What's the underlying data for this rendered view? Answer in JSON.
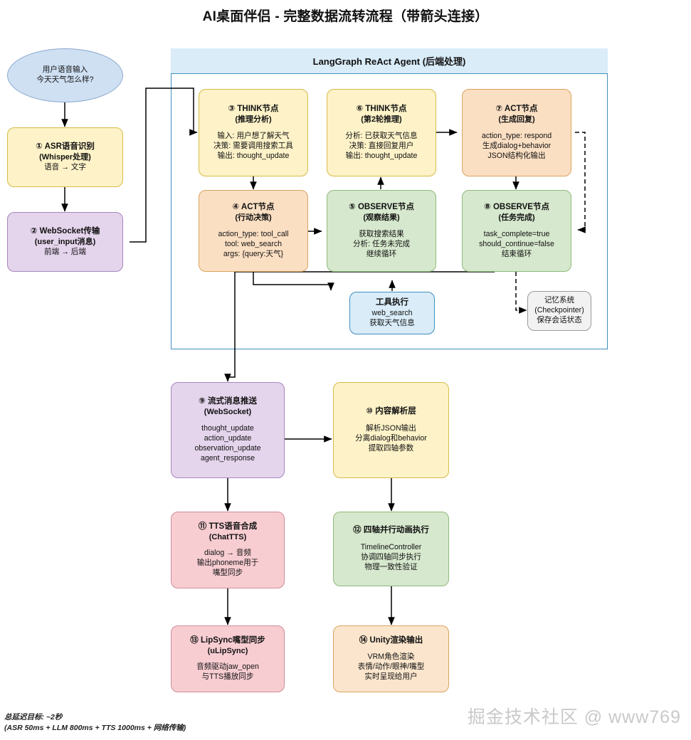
{
  "title": "AI桌面伴侣 - 完整数据流转流程（带箭头连接）",
  "agent": {
    "header": "LangGraph ReAct Agent (后端处理)"
  },
  "nodes": {
    "input": {
      "line1": "用户语音输入",
      "line2": "今天天气怎么样?"
    },
    "asr": {
      "head": "① ASR语音识别",
      "sub": "(Whisper处理)",
      "b1": "语音 → 文字"
    },
    "websocket": {
      "head": "② WebSocket传输",
      "sub": "(user_input消息)",
      "b1": "前端 → 后端"
    },
    "think1": {
      "head": "③ THINK节点",
      "sub": "(推理分析)",
      "b1": "输入: 用户想了解天气",
      "b2": "决策: 需要调用搜索工具",
      "b3": "输出: thought_update"
    },
    "think2": {
      "head": "⑥ THINK节点",
      "sub": "(第2轮推理)",
      "b1": "分析: 已获取天气信息",
      "b2": "决策: 直接回复用户",
      "b3": "输出: thought_update"
    },
    "act2": {
      "head": "⑦ ACT节点",
      "sub": "(生成回复)",
      "b1": "action_type: respond",
      "b2": "生成dialog+behavior",
      "b3": "JSON结构化输出"
    },
    "act1": {
      "head": "④ ACT节点",
      "sub": "(行动决策)",
      "b1": "action_type: tool_call",
      "b2": "tool: web_search",
      "b3": "args: {query:天气}"
    },
    "observe1": {
      "head": "⑤ OBSERVE节点",
      "sub": "(观察结果)",
      "b1": "获取搜索结果",
      "b2": "分析: 任务未完成",
      "b3": "继续循环"
    },
    "observe2": {
      "head": "⑧ OBSERVE节点",
      "sub": "(任务完成)",
      "b1": "task_complete=true",
      "b2": "should_continue=false",
      "b3": "结束循环"
    },
    "tool": {
      "head": "工具执行",
      "b1": "web_search",
      "b2": "获取天气信息"
    },
    "memory": {
      "head": "记忆系统",
      "sub": "(Checkpointer)",
      "b1": "保存会话状态"
    },
    "stream": {
      "head": "⑨ 流式消息推送",
      "sub": "(WebSocket)",
      "b1": "thought_update",
      "b2": "action_update",
      "b3": "observation_update",
      "b4": "agent_response"
    },
    "parser": {
      "head": "⑩ 内容解析层",
      "b1": "解析JSON输出",
      "b2": "分离dialog和behavior",
      "b3": "提取四轴参数"
    },
    "tts": {
      "head": "⑪ TTS语音合成",
      "sub": "(ChatTTS)",
      "b1": "dialog → 音频",
      "b2": "输出phoneme用于",
      "b3": "嘴型同步"
    },
    "anim": {
      "head": "⑫ 四轴并行动画执行",
      "b1": "TimelineController",
      "b2": "协调四轴同步执行",
      "b3": "物理一致性验证"
    },
    "lipsync": {
      "head": "⑬ LipSync嘴型同步",
      "sub": "(uLipSync)",
      "b1": "音频驱动jaw_open",
      "b2": "与TTS播放同步"
    },
    "unity": {
      "head": "⑭ Unity渲染输出",
      "b1": "VRM角色渲染",
      "b2": "表情/动作/眼神/嘴型",
      "b3": "实时呈现给用户"
    }
  },
  "footer": {
    "line1": "总延迟目标: ~2秒",
    "line2": "(ASR 50ms + LLM 800ms + TTS 1000ms + 网络传输)"
  },
  "watermark": "掘金技术社区 @ www769",
  "colors": {
    "accent_blue": "#3f8fbf",
    "yellow": "#fdf2c8",
    "orange": "#fbdfc3",
    "green": "#d6e8cd",
    "purple": "#e4d4ec",
    "pink": "#f7cdd2",
    "grey": "#f2f2f2"
  }
}
